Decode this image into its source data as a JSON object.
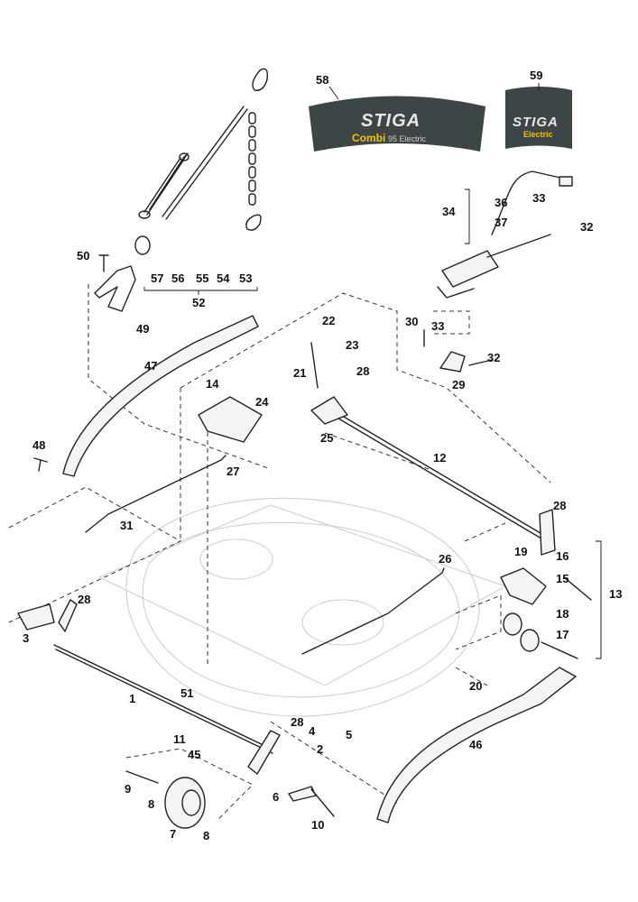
{
  "decals": {
    "decal_58": {
      "brand": "STIGA",
      "model": "Combi",
      "variant": "95 Electric",
      "color": "#3d4547",
      "accent": "#f2c200"
    },
    "decal_59": {
      "brand": "STIGA",
      "model": "Electric",
      "color": "#3d4547",
      "accent": "#f2c200"
    }
  },
  "callouts": {
    "c1": "1",
    "c2": "2",
    "c3": "3",
    "c4": "4",
    "c5": "5",
    "c6": "6",
    "c7": "7",
    "c8a": "8",
    "c8b": "8",
    "c9": "9",
    "c10": "10",
    "c11": "11",
    "c12": "12",
    "c13": "13",
    "c14": "14",
    "c15": "15",
    "c16": "16",
    "c17": "17",
    "c18": "18",
    "c19": "19",
    "c20": "20",
    "c21": "21",
    "c22": "22",
    "c23": "23",
    "c24": "24",
    "c25": "25",
    "c26": "26",
    "c27": "27",
    "c28a": "28",
    "c28b": "28",
    "c28c": "28",
    "c28d": "28",
    "c29": "29",
    "c30": "30",
    "c31": "31",
    "c32a": "32",
    "c32b": "32",
    "c33a": "33",
    "c33b": "33",
    "c34": "34",
    "c36": "36",
    "c37": "37",
    "c45": "45",
    "c46": "46",
    "c47": "47",
    "c48": "48",
    "c49": "49",
    "c50": "50",
    "c51": "51",
    "c52": "52",
    "c53": "53",
    "c54": "54",
    "c55": "55",
    "c56": "56",
    "c57": "57",
    "c58": "58",
    "c59": "59"
  }
}
